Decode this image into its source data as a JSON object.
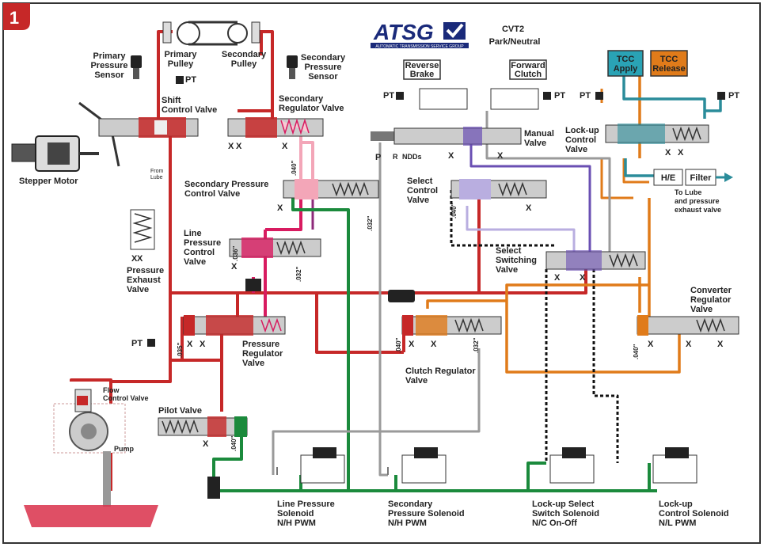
{
  "figure_number": "1",
  "logo": {
    "text": "ATSG",
    "subtext": "AUTOMATIC TRANSMISSION SERVICE GROUP"
  },
  "title": {
    "line1": "CVT2",
    "line2": "Park/Neutral"
  },
  "labels": {
    "primary_pressure_sensor": [
      "Primary",
      "Pressure",
      "Sensor"
    ],
    "primary_pulley": [
      "Primary",
      "Pulley"
    ],
    "secondary_pulley": [
      "Secondary",
      "Pulley"
    ],
    "secondary_pressure_sensor": [
      "Secondary",
      "Pressure",
      "Sensor"
    ],
    "shift_control_valve": [
      "Shift",
      "Control Valve"
    ],
    "secondary_regulator_valve": [
      "Secondary",
      "Regulator Valve"
    ],
    "stepper_motor": "Stepper Motor",
    "from_lube": [
      "From",
      "Lube"
    ],
    "secondary_pressure_control_valve": [
      "Secondary Pressure",
      "Control Valve"
    ],
    "line_pressure_control_valve": [
      "Line",
      "Pressure",
      "Control",
      "Valve"
    ],
    "pressure_exhaust_valve": [
      "Pressure",
      "Exhaust",
      "Valve"
    ],
    "pressure_regulator_valve": [
      "Pressure",
      "Regulator",
      "Valve"
    ],
    "flow_control_valve": [
      "Flow",
      "Control Valve"
    ],
    "pump": "Pump",
    "pilot_valve": "Pilot Valve",
    "reverse_brake": [
      "Reverse",
      "Brake"
    ],
    "forward_clutch": [
      "Forward",
      "Clutch"
    ],
    "manual_valve": [
      "Manual",
      "Valve"
    ],
    "select_control_valve": [
      "Select",
      "Control",
      "Valve"
    ],
    "select_switching_valve": [
      "Select",
      "Switching",
      "Valve"
    ],
    "clutch_regulator_valve": [
      "Clutch Regulator",
      "Valve"
    ],
    "tcc_apply": [
      "TCC",
      "Apply"
    ],
    "tcc_release": [
      "TCC",
      "Release"
    ],
    "lockup_control_valve": [
      "Lock-up",
      "Control",
      "Valve"
    ],
    "he": "H/E",
    "filter": "Filter",
    "to_lube": [
      "To Lube",
      "and pressure",
      "exhaust valve"
    ],
    "converter_regulator_valve": [
      "Converter",
      "Regulator",
      "Valve"
    ],
    "line_pressure_solenoid": [
      "Line Pressure",
      "Solenoid",
      "N/H PWM"
    ],
    "secondary_pressure_solenoid": [
      "Secondary",
      "Pressure Solenoid",
      "N/H PWM"
    ],
    "lockup_select_switch_solenoid": [
      "Lock-up Select",
      "Switch Solenoid",
      "N/C On-Off"
    ],
    "lockup_control_solenoid": [
      "Lock-up",
      "Control Solenoid",
      "N/L PWM"
    ],
    "pt": "PT",
    "exhaust": "X",
    "manual_positions": {
      "p": "P",
      "r": "R",
      "ndds": "NDDs"
    }
  },
  "orifices": {
    "o040_a": ".040\"",
    "o032_a": ".032\"",
    "o036_a": ".036\"",
    "o032_b": ".032\"",
    "o035": ".035\"",
    "o040_b": ".040\"",
    "o040_c": ".040\"",
    "o032_c": ".032\"",
    "o040_d": ".040\"",
    "o040_e": ".040\""
  },
  "colors": {
    "line_pressure": "#c62828",
    "secondary_pressure": "#d81b60",
    "pilot": "#1b8a3c",
    "lube": "#e07b1a",
    "tcc": "#2a8c9a",
    "select": "#6a4fb3",
    "exhaust_gray": "#9a9a9a",
    "pressure_light": "#f3a6b8",
    "badge": "#c62828",
    "logo_blue": "#1a2a7a",
    "tcc_apply_box": "#2aa3b5",
    "tcc_release_box": "#e07b1a"
  }
}
